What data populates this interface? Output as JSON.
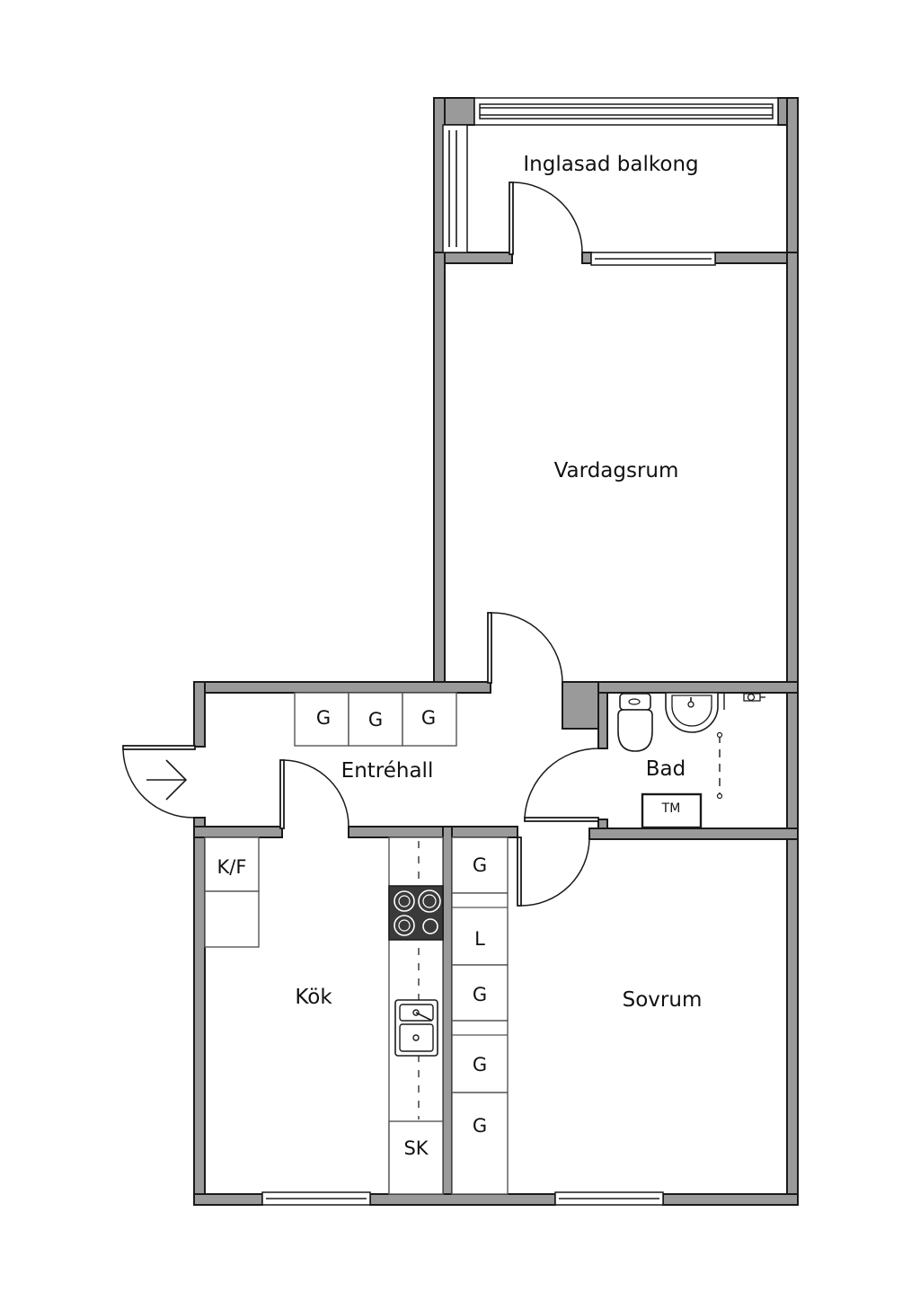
{
  "rooms": {
    "balcony": "Inglasad balkong",
    "living": "Vardagsrum",
    "hall": "Entréhall",
    "bath": "Bad",
    "kitchen": "Kök",
    "bedroom": "Sovrum"
  },
  "fixtures": {
    "hall_wardrobes": [
      "G",
      "G",
      "G"
    ],
    "bedroom_wardrobes": [
      "G",
      "L",
      "G",
      "G",
      "G"
    ],
    "fridge_freezer": "K/F",
    "tall_cabinet": "SK",
    "washer": "TM"
  },
  "icons": {
    "entry": "entry-arrow-icon",
    "stove": "stove-icon",
    "sink": "sink-icon",
    "toilet": "toilet-icon",
    "washbasin": "washbasin-icon",
    "shower": "shower-icon"
  },
  "colors": {
    "wall_fill": "#9a9a9a",
    "line": "#1a1a1a",
    "stove": "#3a3a3a"
  }
}
